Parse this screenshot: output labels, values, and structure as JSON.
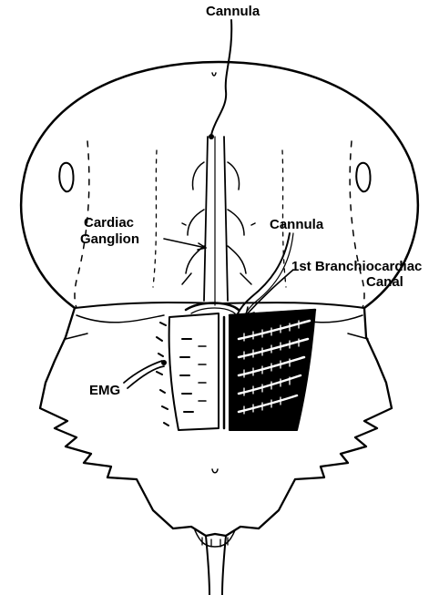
{
  "labels": {
    "cannula_top": "Cannula",
    "cardiac_ganglion_line1": "Cardiac",
    "cardiac_ganglion_line2": "Ganglion",
    "cannula_right": "Cannula",
    "branchiocardiac_line1": "1st Branchiocardiac",
    "branchiocardiac_line2": "Canal",
    "emg": "EMG"
  },
  "colors": {
    "ink": "#000000",
    "paper": "#ffffff"
  }
}
